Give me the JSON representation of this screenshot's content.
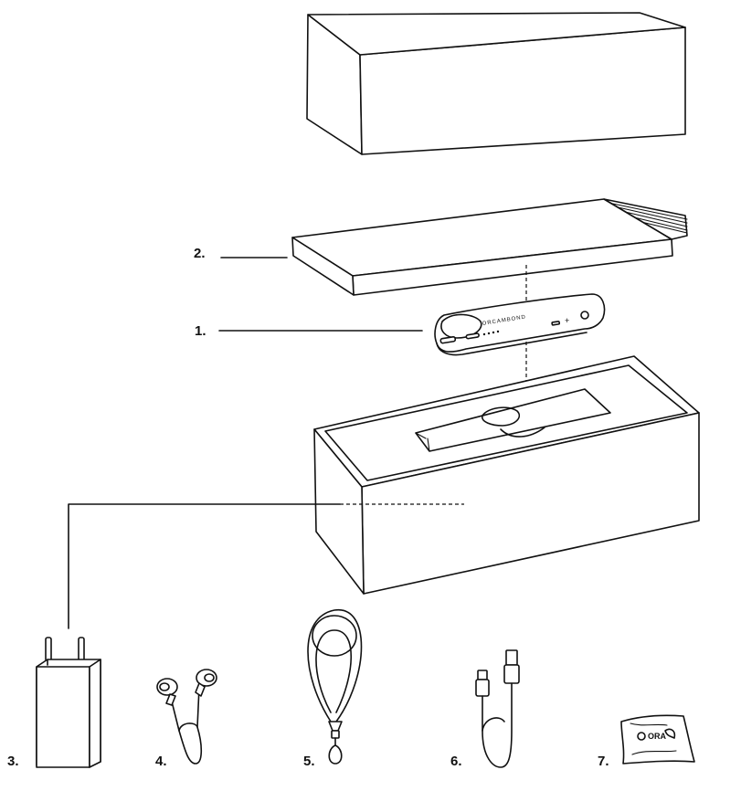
{
  "labels": {
    "player": "1.",
    "tray": "2.",
    "charger": "3.",
    "earphones": "4.",
    "lanyard": "5.",
    "cable": "6.",
    "cloth": "7."
  },
  "device_brand": "ORCAMBOND",
  "cloth_logo": "ORA"
}
